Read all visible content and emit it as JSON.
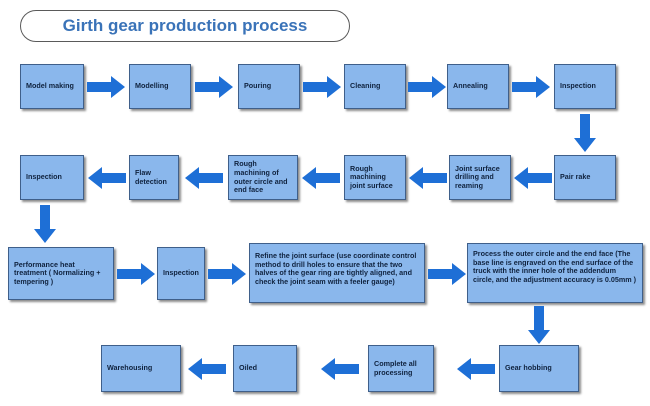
{
  "title": "Girth gear production process",
  "colors": {
    "box_fill": "#8ab7ec",
    "box_border": "#3f5f8a",
    "arrow": "#1e6fd6",
    "title": "#3a73b8"
  },
  "steps": [
    {
      "id": "model-making",
      "label": "Model making"
    },
    {
      "id": "modelling",
      "label": "Modelling"
    },
    {
      "id": "pouring",
      "label": "Pouring"
    },
    {
      "id": "cleaning",
      "label": "Cleaning"
    },
    {
      "id": "annealing",
      "label": "Annealing"
    },
    {
      "id": "inspection-1",
      "label": "Inspection"
    },
    {
      "id": "pair-rake",
      "label": "Pair rake"
    },
    {
      "id": "joint-surface",
      "label": "Joint surface drilling and reaming"
    },
    {
      "id": "rough-joint",
      "label": "Rough machining joint surface"
    },
    {
      "id": "rough-outer",
      "label": "Rough machining of outer circle and end face"
    },
    {
      "id": "flaw-detection",
      "label": "Flaw detection"
    },
    {
      "id": "inspection-2",
      "label": "Inspection"
    },
    {
      "id": "heat-treatment",
      "label": "Performance heat treatment ( Normalizing + tempering )"
    },
    {
      "id": "inspection-3",
      "label": "Inspection"
    },
    {
      "id": "refine-joint",
      "label": "Refine the joint surface (use coordinate control method to drill holes to ensure that the two halves of the gear ring are tightly aligned, and check the joint seam with a feeler gauge)"
    },
    {
      "id": "process-outer",
      "label": "Process the outer circle and the end face (The base line is engraved on the end surface of the truck with the inner hole of the addendum circle, and the adjustment accuracy is 0.05mm )"
    },
    {
      "id": "gear-hobbing",
      "label": "Gear hobbing"
    },
    {
      "id": "complete-processing",
      "label": "Complete all processing"
    },
    {
      "id": "oiled",
      "label": "Oiled"
    },
    {
      "id": "warehousing",
      "label": "Warehousing"
    }
  ]
}
